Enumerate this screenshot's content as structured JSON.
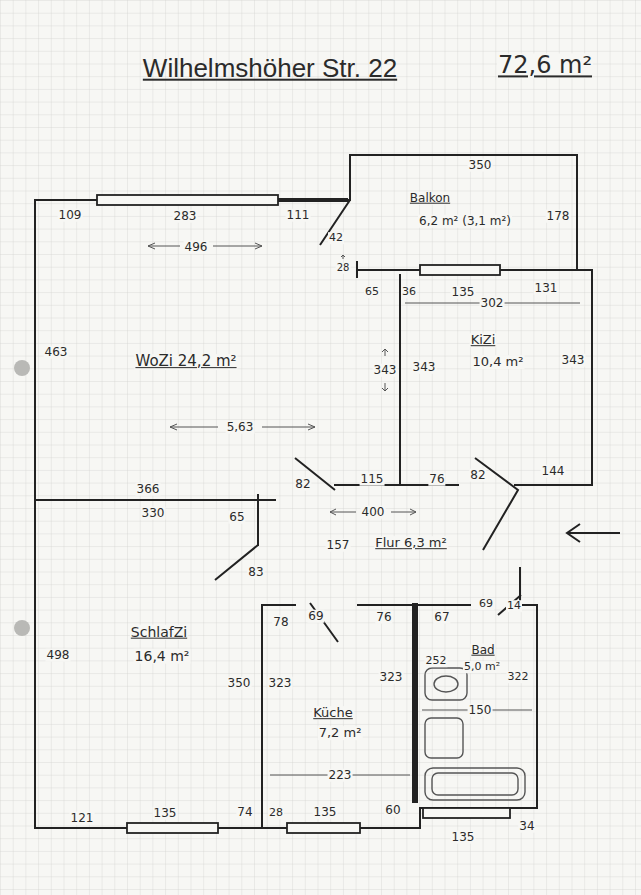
{
  "diagram": {
    "title": "Wilhelmshöher Str. 22",
    "labels": [
      "72,6 m²",
      "109",
      "283",
      "111",
      "496",
      "350",
      "Balkon",
      "6,2 m² (3,1 m²)",
      "178",
      "42",
      "28",
      "65",
      "36",
      "135",
      "131",
      "302",
      "463",
      "WoZi 24,2 m²",
      "343",
      "343",
      "KiZi",
      "10,4 m²",
      "343",
      "5,63",
      "82",
      "115",
      "76",
      "82",
      "144",
      "366",
      "330",
      "65",
      "400",
      "157",
      "Flur 6,3 m²",
      "83",
      "78",
      "69",
      "76",
      "67",
      "69",
      "14",
      "SchlafZi",
      "16,4 m²",
      "498",
      "350",
      "323",
      "323",
      "252",
      "Bad",
      "5,0 m²",
      "322",
      "150",
      "Küche",
      "7,2 m²",
      "223",
      "121",
      "135",
      "74",
      "28",
      "135",
      "60",
      "135",
      "34"
    ]
  }
}
